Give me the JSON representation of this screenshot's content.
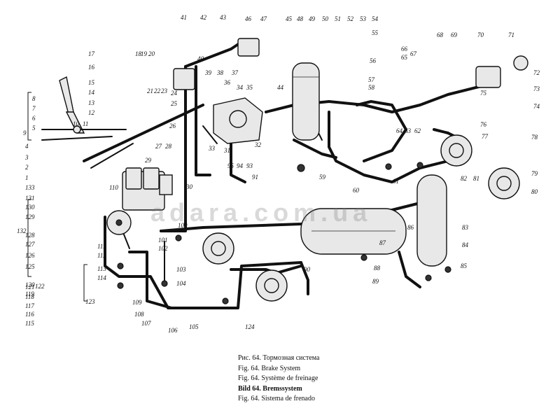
{
  "figure": {
    "watermark": "adara.com.ua",
    "captions": [
      "Рис. 64. Тормозная система",
      "Fig. 64. Brake System",
      "Fig. 64. Système de freinage",
      "Bild 64. Bremssystem",
      "Fig. 64. Sistema de frenado"
    ],
    "labels": [
      "1",
      "2",
      "3",
      "4",
      "5",
      "6",
      "7",
      "8",
      "9",
      "10",
      "11",
      "12",
      "13",
      "14",
      "15",
      "16",
      "17",
      "18",
      "19",
      "20",
      "21",
      "22",
      "23",
      "24",
      "25",
      "26",
      "27",
      "28",
      "29",
      "30",
      "31",
      "32",
      "33",
      "34",
      "35",
      "36",
      "37",
      "38",
      "39",
      "40",
      "41",
      "42",
      "43",
      "44",
      "45",
      "46",
      "47",
      "48",
      "49",
      "50",
      "51",
      "52",
      "53",
      "54",
      "55",
      "56",
      "57",
      "58",
      "59",
      "60",
      "61",
      "62",
      "63",
      "64",
      "65",
      "66",
      "67",
      "68",
      "69",
      "70",
      "71",
      "72",
      "73",
      "74",
      "75",
      "76",
      "77",
      "78",
      "79",
      "80",
      "81",
      "82",
      "83",
      "84",
      "85",
      "86",
      "87",
      "88",
      "89",
      "90",
      "91",
      "93",
      "94",
      "95",
      "100",
      "101",
      "102",
      "103",
      "104",
      "105",
      "106",
      "107",
      "108",
      "109",
      "110",
      "111",
      "112",
      "113",
      "114",
      "115",
      "116",
      "117",
      "118",
      "119",
      "120",
      "121",
      "122",
      "123",
      "124",
      "125",
      "126",
      "127",
      "128",
      "129",
      "130",
      "131",
      "132",
      "133"
    ]
  }
}
